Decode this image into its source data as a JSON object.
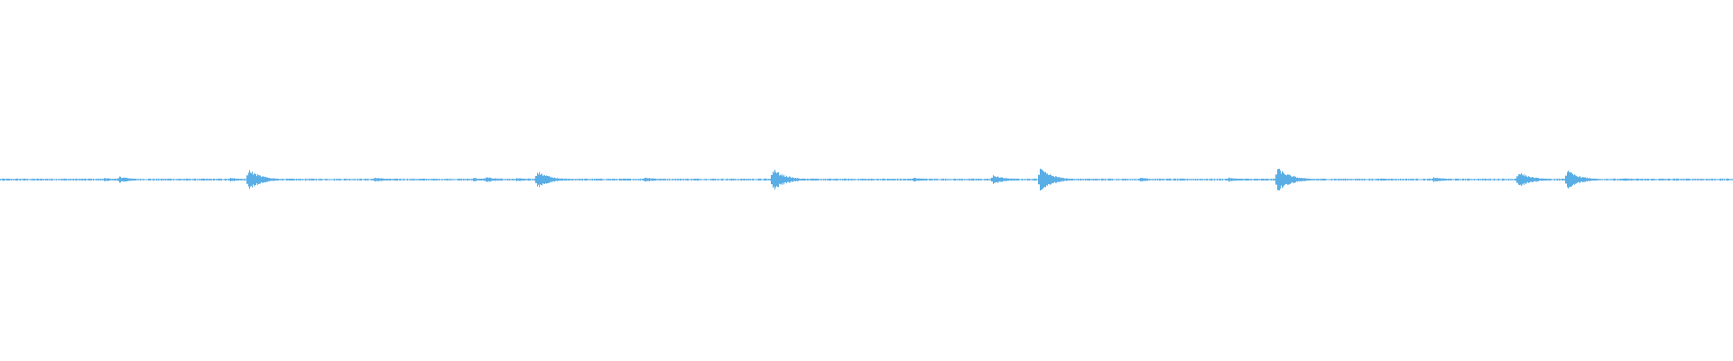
{
  "waveform": {
    "color": "#5aaee6",
    "background": "#ffffff",
    "baseline_amplitude": 0.004,
    "transients": [
      {
        "t": 0.06,
        "amp": 0.01
      },
      {
        "t": 0.069,
        "amp": 0.018
      },
      {
        "t": 0.133,
        "amp": 0.012
      },
      {
        "t": 0.143,
        "amp": 0.06
      },
      {
        "t": 0.216,
        "amp": 0.014
      },
      {
        "t": 0.273,
        "amp": 0.01
      },
      {
        "t": 0.28,
        "amp": 0.016
      },
      {
        "t": 0.298,
        "amp": 0.01
      },
      {
        "t": 0.31,
        "amp": 0.05
      },
      {
        "t": 0.372,
        "amp": 0.014
      },
      {
        "t": 0.446,
        "amp": 0.064
      },
      {
        "t": 0.527,
        "amp": 0.012
      },
      {
        "t": 0.573,
        "amp": 0.026
      },
      {
        "t": 0.6,
        "amp": 0.066
      },
      {
        "t": 0.658,
        "amp": 0.012
      },
      {
        "t": 0.709,
        "amp": 0.012
      },
      {
        "t": 0.737,
        "amp": 0.07
      },
      {
        "t": 0.797,
        "amp": 0.008
      },
      {
        "t": 0.827,
        "amp": 0.014
      },
      {
        "t": 0.876,
        "amp": 0.046
      },
      {
        "t": 0.904,
        "amp": 0.054
      },
      {
        "t": 0.937,
        "amp": 0.008
      }
    ]
  }
}
